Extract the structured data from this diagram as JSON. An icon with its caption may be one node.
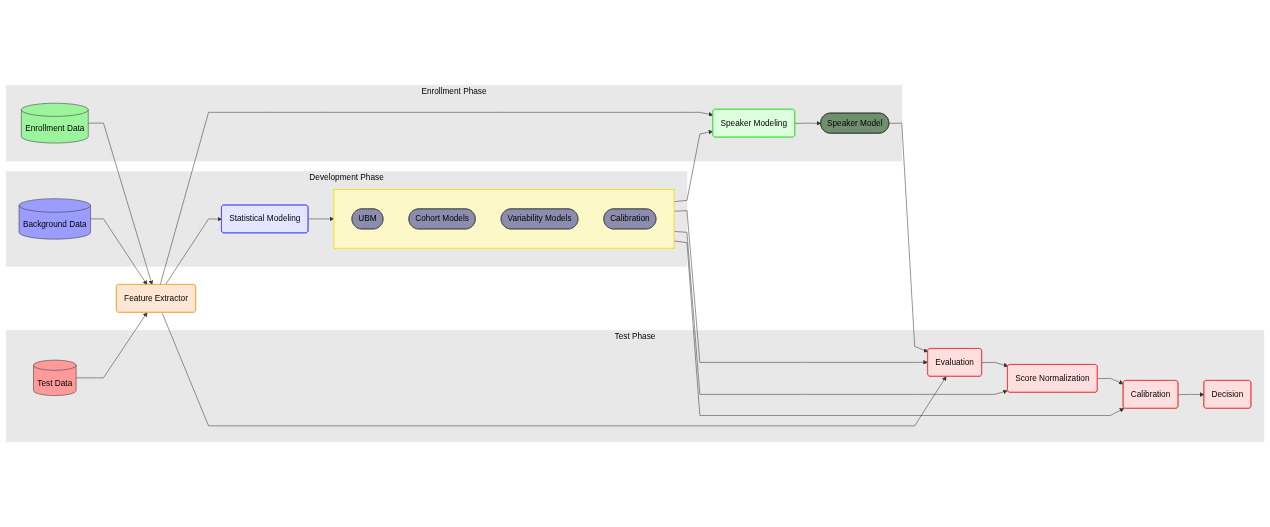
{
  "diagram": {
    "nodes": [
      {
        "text": [
          "Development Phase"
        ]
      },
      {
        "text": [
          "Background Data"
        ],
        "in": 0
      },
      {
        "text": [
          "Feature Extractor"
        ]
      },
      {
        "text": [
          "Statistical Modeling"
        ],
        "in": 0
      },
      {
        "text": [],
        "shape": "box",
        "in": 0
      },
      {
        "text": [
          "UBM"
        ],
        "in": 4
      },
      {
        "text": [
          "Cohort Models"
        ],
        "in": 4
      },
      {
        "text": [
          "Variability Models"
        ],
        "in": 4
      },
      {
        "text": [
          "Calibration"
        ],
        "in": 4
      },
      {
        "text": [
          "Enrollment Phase"
        ]
      },
      {
        "text": [
          "Enrollment Data"
        ],
        "in": 9
      },
      {
        "text": [
          "Speaker Modeling"
        ],
        "in": 9
      },
      {
        "text": [
          "Speaker Model"
        ],
        "in": 9
      },
      {
        "text": [
          "Test Phase"
        ]
      },
      {
        "text": [
          "Test Data"
        ],
        "in": 13
      },
      {
        "text": [
          "Evaluation"
        ],
        "in": 13
      },
      {
        "text": [
          "Score Normalization"
        ],
        "in": 13
      },
      {
        "text": [
          "Calibration"
        ],
        "in": 13
      },
      {
        "text": [
          "Decision"
        ],
        "in": 13
      }
    ],
    "edges": [
      {
        "from": 1,
        "to": 2,
        "arrow": "to"
      },
      {
        "from": 2,
        "to": 3,
        "arrow": "to"
      },
      {
        "from": 3,
        "to": 4,
        "arrow": "to"
      },
      {
        "from": 10,
        "to": 2,
        "arrow": "to"
      },
      {
        "from": 2,
        "to": 11,
        "arrow": "to"
      },
      {
        "from": 4,
        "to": 11,
        "arrow": "to"
      },
      {
        "from": 11,
        "to": 12,
        "arrow": "to"
      },
      {
        "from": 14,
        "to": 2,
        "arrow": "to"
      },
      {
        "from": 2,
        "to": 15,
        "arrow": "to"
      },
      {
        "from": 12,
        "to": 15,
        "arrow": "to"
      },
      {
        "from": 4,
        "to": 15,
        "arrow": "to"
      },
      {
        "from": 4,
        "to": 16,
        "arrow": "to"
      },
      {
        "from": 4,
        "to": 17,
        "arrow": "to"
      },
      {
        "from": 15,
        "to": 16,
        "arrow": "to"
      },
      {
        "from": 16,
        "to": 17,
        "arrow": "to"
      },
      {
        "from": 17,
        "to": 18,
        "arrow": "to"
      }
    ]
  }
}
